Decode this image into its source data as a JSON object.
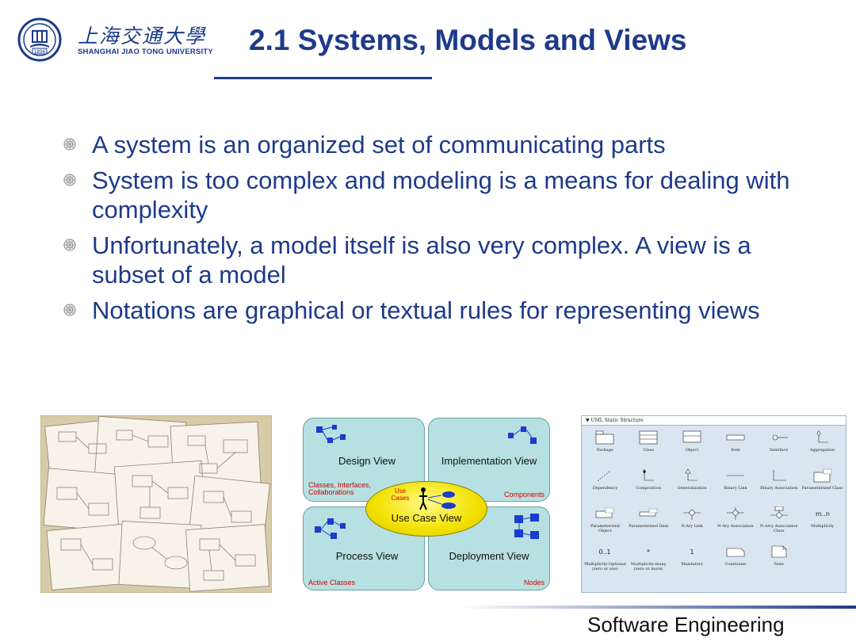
{
  "header": {
    "university_cn": "上海交通大學",
    "university_en": "SHANGHAI JIAO TONG UNIVERSITY",
    "seal_year": "1896",
    "title": "2.1 Systems, Models and Views"
  },
  "bullets": [
    {
      "text": "A system is an organized set of communicating parts"
    },
    {
      "text": "System is too complex and modeling is a means for dealing with complexity"
    },
    {
      "text": "Unfortunately, a model itself is also very complex. A view is a subset of a model"
    },
    {
      "text": "Notations are graphical or textual rules for representing views"
    }
  ],
  "views_diagram": {
    "center": "Use Case View",
    "center_sub": "Use Cases",
    "quadrants": [
      {
        "title": "Design View",
        "sub": "Classes, Interfaces, Collaborations"
      },
      {
        "title": "Implementation View",
        "sub": "Components"
      },
      {
        "title": "Process View",
        "sub": "Active Classes"
      },
      {
        "title": "Deployment View",
        "sub": "Nodes"
      }
    ]
  },
  "uml_panel": {
    "header": "UML Static Structure",
    "items": [
      "Package",
      "Class",
      "Object",
      "Item",
      "Interface",
      "Aggregation",
      "Dependency",
      "Composition",
      "Generalization",
      "Binary Link",
      "Binary Association",
      "Parameterized Class",
      "Parameterized Object",
      "Parameterized Item",
      "N-Ary Link",
      "N-Ary Association",
      "N-Arry Association Class",
      "Multiplicity",
      "Multiplicity-Optional (zero or one)",
      "Multiplicity-many (zero or more)",
      "Mandatory",
      "Constraint",
      "Note"
    ],
    "symbols": {
      "m_n": "m..n",
      "zero_one": "0..1",
      "many": "*",
      "one": "1"
    }
  },
  "footer": {
    "text": "Software Engineering"
  },
  "colors": {
    "accent": "#1e3a8a",
    "red_label": "#d40000",
    "view_fill": "#b6e0e1",
    "ellipse": "#f2e000"
  }
}
